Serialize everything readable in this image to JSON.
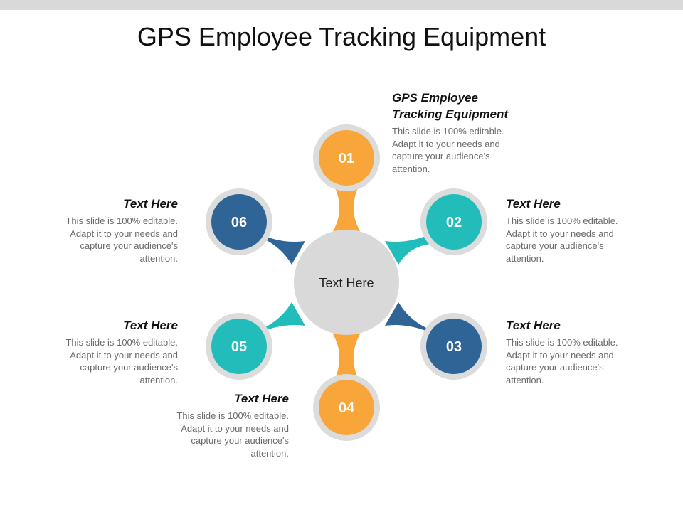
{
  "title": "GPS Employee Tracking Equipment",
  "center": {
    "label": "Text Here"
  },
  "colors": {
    "orange": "#f8a53a",
    "teal": "#22bdbb",
    "navy": "#2f6497",
    "ring": "#dcdcdc",
    "center": "#d9d9d9"
  },
  "nodes": [
    {
      "number": "01",
      "color": "orange"
    },
    {
      "number": "02",
      "color": "teal"
    },
    {
      "number": "03",
      "color": "navy"
    },
    {
      "number": "04",
      "color": "orange"
    },
    {
      "number": "05",
      "color": "teal"
    },
    {
      "number": "06",
      "color": "navy"
    }
  ],
  "callouts": {
    "c01": {
      "heading": "GPS Employee Tracking Equipment",
      "body": "This slide is 100% editable. Adapt it to your needs and capture your audience's attention."
    },
    "c02": {
      "heading": "Text Here",
      "body": "This slide is 100% editable. Adapt it to your needs and capture your audience's attention."
    },
    "c03": {
      "heading": "Text Here",
      "body": "This slide is 100% editable. Adapt it to your needs and capture your audience's attention."
    },
    "c04": {
      "heading": "Text Here",
      "body": "This slide is 100% editable. Adapt it to your needs and capture your audience's attention."
    },
    "c05": {
      "heading": "Text Here",
      "body": "This slide is 100% editable. Adapt it to your needs and capture your audience's attention."
    },
    "c06": {
      "heading": "Text Here",
      "body": "This slide is 100% editable. Adapt it to your needs and capture your audience's attention."
    }
  }
}
